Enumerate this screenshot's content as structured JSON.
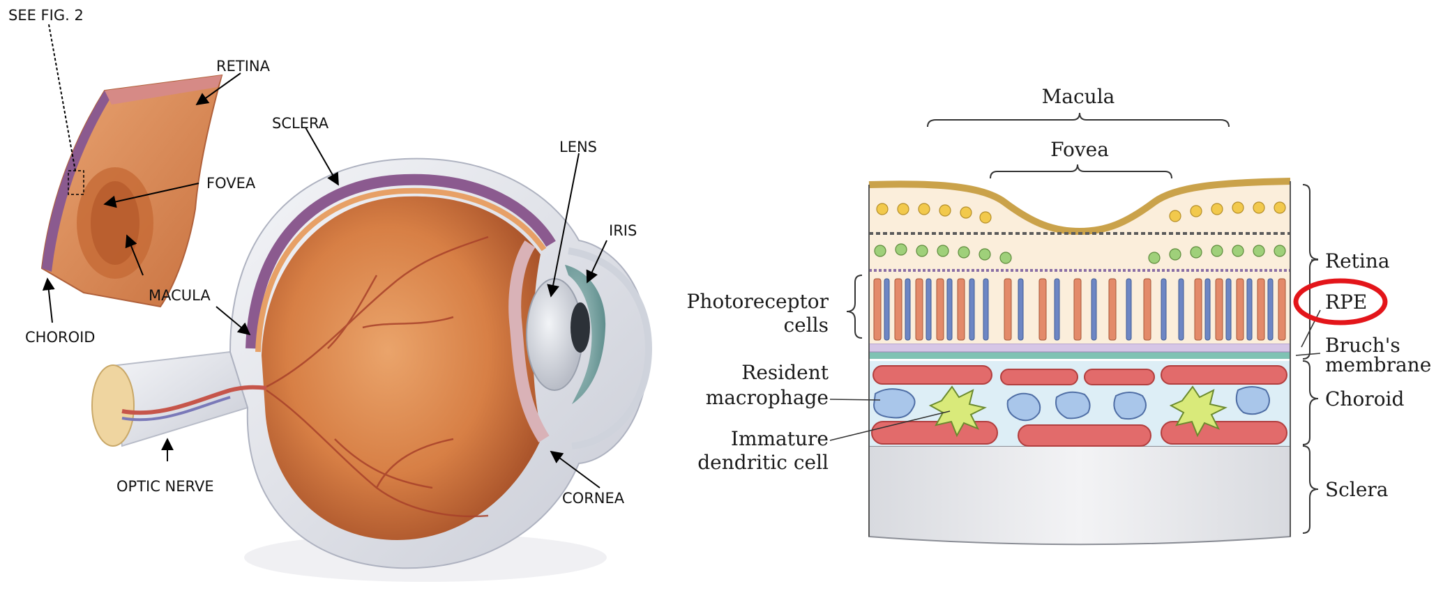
{
  "figure1": {
    "see_fig": "SEE FIG. 2",
    "retina": "RETINA",
    "sclera": "SCLERA",
    "fovea": "FOVEA",
    "lens": "LENS",
    "iris": "IRIS",
    "macula": "MACULA",
    "choroid": "CHOROID",
    "optic_nerve": "OPTIC NERVE",
    "cornea": "CORNEA"
  },
  "figure2": {
    "macula": "Macula",
    "fovea": "Fovea",
    "retina": "Retina",
    "rpe": "RPE",
    "bruchs_1": "Bruch's",
    "bruchs_2": "membrane",
    "choroid": "Choroid",
    "sclera": "Sclera",
    "photoreceptor_1": "Photoreceptor",
    "photoreceptor_2": "cells",
    "resident_1": "Resident",
    "resident_2": "macrophage",
    "immature_1": "Immature",
    "immature_2": "dendritic cell"
  },
  "colors": {
    "highlight_ring": "#e3151a",
    "eye_interior": "#d77f45",
    "sclera_shell": "#dfe2ea",
    "choroid_purple": "#8b5a8f",
    "rod_blue": "#6d86c4",
    "cone_orange": "#e38a6a",
    "vessel_red": "#e26b6b",
    "bruch_teal": "#7fc2b3"
  }
}
